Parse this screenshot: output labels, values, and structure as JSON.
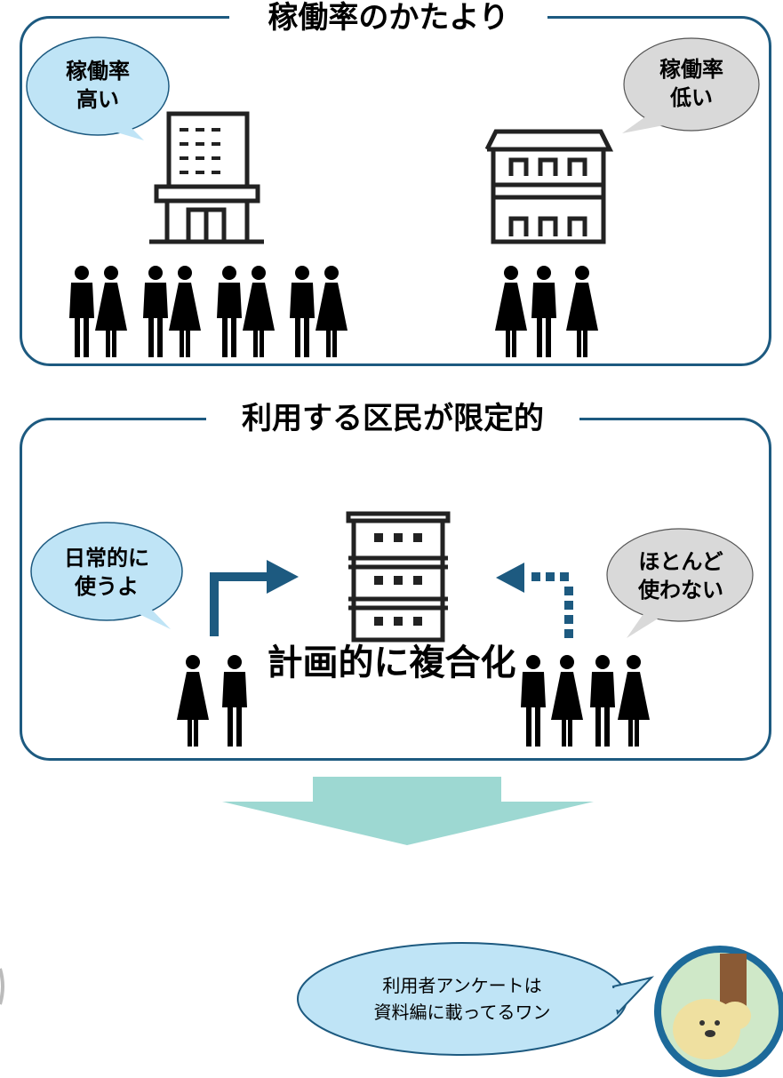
{
  "panel1": {
    "title": "稼働率のかたより",
    "bubble_high": "稼働率\n高い",
    "bubble_low": "稼働率\n低い"
  },
  "panel2": {
    "title": "利用する区民が限定的",
    "bubble_daily": "日常的に\n使うよ",
    "bubble_rarely": "ほとんど\n使わない"
  },
  "conclusion": "計画的に複合化",
  "note": "利用者アンケートは\n資料編に載ってるワン",
  "colors": {
    "border": "#1d5a80",
    "bubble_blue": "#bfe4f6",
    "bubble_gray": "#d9d9d9",
    "arrow_teal": "#9dd8d2",
    "flow_arrow": "#1d5a80"
  },
  "icons": [
    "office-building-icon",
    "small-building-icon",
    "apartment-building-icon",
    "man-icon",
    "woman-icon",
    "mascot-dog-icon"
  ]
}
